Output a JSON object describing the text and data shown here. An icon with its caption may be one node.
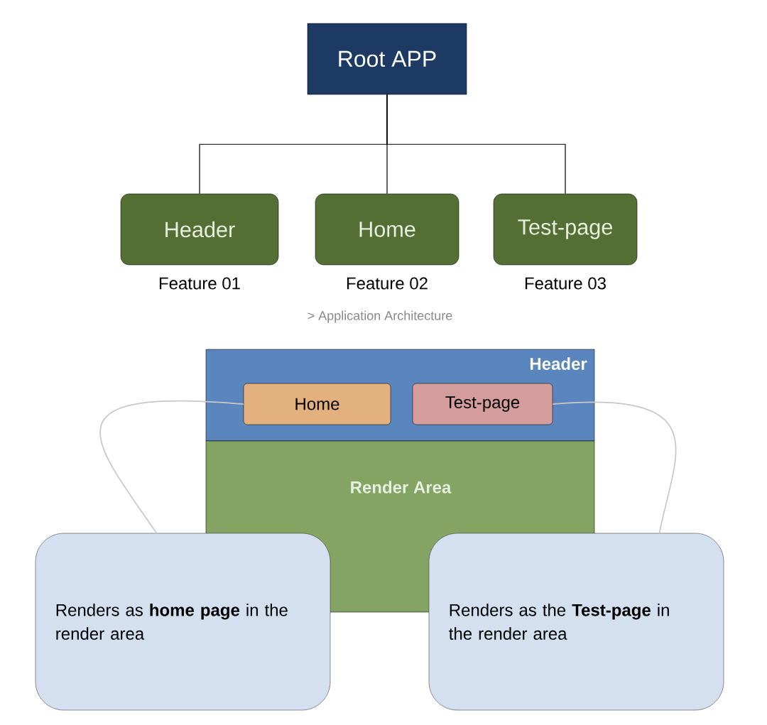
{
  "diagram": {
    "nodes": [
      {
        "text": [
          "Root APP"
        ]
      },
      {
        "text": [
          "Header"
        ],
        "beside": [
          "Feature 01"
        ]
      },
      {
        "text": [
          "Home"
        ],
        "beside": [
          "Feature 02"
        ]
      },
      {
        "text": [
          "Test-page"
        ],
        "beside": [
          "Feature 03"
        ]
      },
      {
        "text": [
          "Header"
        ]
      },
      {
        "text": [
          "Home"
        ],
        "in": 4
      },
      {
        "text": [
          "Test-page"
        ],
        "in": 4
      },
      {
        "text": [
          "Render Area"
        ]
      },
      {
        "text": [
          "Renders as **home page** in the render area"
        ]
      },
      {
        "text": [
          "Renders as the **Test-page** in the render area"
        ]
      }
    ],
    "edges": [
      {
        "from": 0,
        "to": 1,
        "arrow": "none"
      },
      {
        "from": 0,
        "to": 2,
        "arrow": "none"
      },
      {
        "from": 0,
        "to": 3,
        "arrow": "none"
      },
      {
        "from": 5,
        "to": 8,
        "arrow": "none",
        "color": "#c8c8c8"
      },
      {
        "from": 6,
        "to": 9,
        "arrow": "none",
        "color": "#c8c8c8"
      }
    ],
    "labels": [
      "> Application Architecture"
    ]
  }
}
